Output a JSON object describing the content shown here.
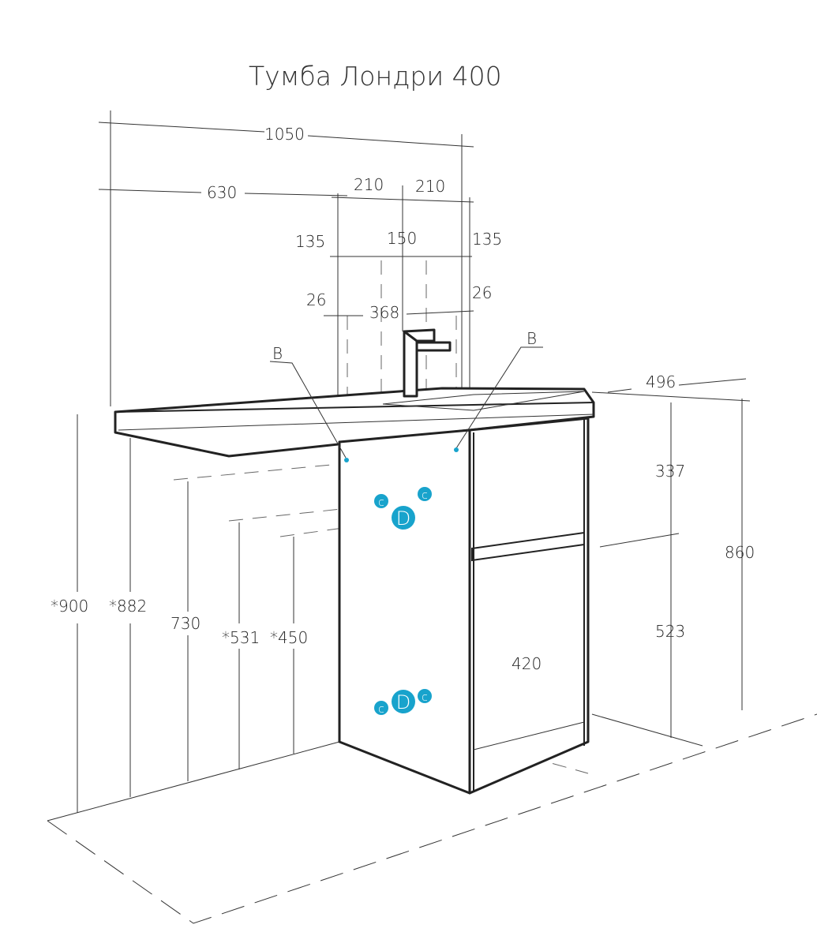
{
  "title": "Тумба Лондри 400",
  "dimensions": {
    "total_width": "1050",
    "left_width": "630",
    "sink_half_left": "210",
    "sink_half_right": "210",
    "offset_left": "135",
    "center_span": "150",
    "offset_right": "135",
    "edge_left": "26",
    "cabinet_inner": "368",
    "edge_right": "26",
    "depth": "496",
    "drawer_height": "337",
    "door_height": "523",
    "cabinet_height": "860",
    "height_900": "*900",
    "height_882": "*882",
    "height_730": "730",
    "height_531": "*531",
    "height_450": "*450",
    "front_width": "420"
  },
  "labels": {
    "b_left": "B",
    "b_right": "B",
    "c": "c",
    "d": "D"
  },
  "colors": {
    "marker": "#18a3cc"
  }
}
